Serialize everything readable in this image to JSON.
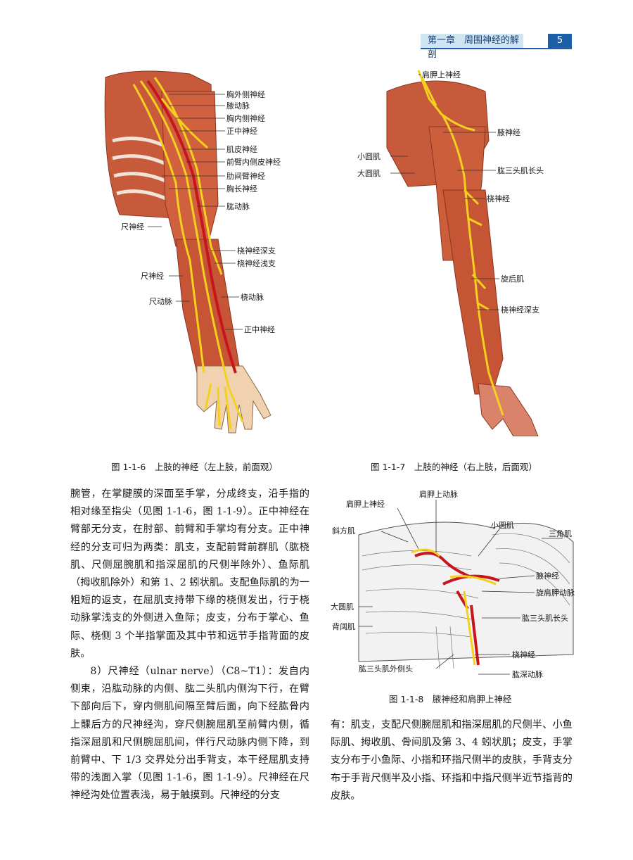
{
  "header": {
    "chapter_label": "第一章　周围神经的解剖",
    "page_number": "5"
  },
  "fig_1_1_6": {
    "caption": "图 1-1-6　上肢的神经（左上肢，前面观）",
    "labels": {
      "lateral_pectoral_nerve": "胸外侧神经",
      "axillary_artery": "腋动脉",
      "medial_pectoral_nerve": "胸内侧神经",
      "median_nerve_upper": "正中神经",
      "musculocutaneous_nerve": "肌皮神经",
      "medial_antebrachial_cutaneous_nerve": "前臂内侧皮神经",
      "intercostobrachial_nerve": "肋间臂神经",
      "long_thoracic_nerve": "胸长神经",
      "ulnar_nerve_upper": "尺神经",
      "brachial_artery": "肱动脉",
      "deep_branch_radial_nerve": "桡神经深支",
      "superficial_branch_radial_nerve": "桡神经浅支",
      "ulnar_nerve_lower": "尺神经",
      "ulnar_artery": "尺动脉",
      "radial_artery": "桡动脉",
      "median_nerve_lower": "正中神经"
    }
  },
  "fig_1_1_7": {
    "caption": "图 1-1-7　上肢的神经（右上肢，后面观）",
    "labels": {
      "suprascapular_nerve": "肩胛上神经",
      "axillary_nerve": "腋神经",
      "teres_minor": "小圆肌",
      "teres_major": "大圆肌",
      "triceps_long_head": "肱三头肌长头",
      "radial_nerve": "桡神经",
      "supinator": "旋后肌",
      "deep_branch_radial_nerve": "桡神经深支"
    }
  },
  "fig_1_1_8": {
    "caption": "图 1-1-8　腋神经和肩胛上神经",
    "labels": {
      "suprascapular_artery": "肩胛上动脉",
      "suprascapular_nerve": "肩胛上神经",
      "trapezius": "斜方肌",
      "teres_minor": "小圆肌",
      "deltoid": "三角肌",
      "axillary_nerve": "腋神经",
      "posterior_circumflex_humeral_artery": "旋肩胛动脉",
      "teres_major": "大圆肌",
      "triceps_long_head": "肱三头肌长头",
      "latissimus_dorsi": "背阔肌",
      "radial_nerve": "桡神经",
      "triceps_lateral_head": "肱三头肌外侧头",
      "profunda_brachii_artery": "肱深动脉"
    }
  },
  "body_text": {
    "left_p1": "腕管，在掌腱膜的深面至手掌，分成终支，沿手指的相对缘至指尖（见图 1-1-6，图 1-1-9）。正中神经在臂部无分支，在肘部、前臂和手掌均有分支。正中神经的分支可归为两类：肌支，支配前臂前群肌（肱桡肌、尺侧屈腕肌和指深屈肌的尺侧半除外）、鱼际肌（拇收肌除外）和第 1、2 蚓状肌。支配鱼际肌的为一粗短的返支，在屈肌支持带下缘的桡侧发出，行于桡动脉掌浅支的外侧进入鱼际；皮支，分布于掌心、鱼际、桡侧 3 个半指掌面及其中节和远节手指背面的皮肤。",
    "left_p2": "8）尺神经（ulnar nerve）（C8~T1）：发自内侧束，沿肱动脉的内侧、肱二头肌内侧沟下行，在臂下部向后下，穿内侧肌间隔至臂后面，向下经肱骨内上髁后方的尺神经沟，穿尺侧腕屈肌至前臂内侧，循指深屈肌和尺侧腕屈肌间，伴行尺动脉内侧下降，到前臂中、下 1/3 交界处分出手背支，本干经屈肌支持带的浅面入掌（见图 1-1-6，图 1-1-9）。尺神经在尺神经沟处位置表浅，易于触摸到。尺神经的分支",
    "right_p1": "有：肌支，支配尺侧腕屈肌和指深屈肌的尺侧半、小鱼际肌、拇收肌、骨间肌及第 3、4 蚓状肌；皮支，手掌支分布于小鱼际、小指和环指尺侧半的皮肤，手背支分布于手背尺侧半及小指、环指和中指尺侧半近节指背的皮肤。"
  },
  "colors": {
    "accent_blue": "#1b5fa8",
    "chapter_bg": "#cfe6f2",
    "nerve_yellow": "#f4d11e",
    "artery_red": "#c8141c",
    "muscle": "#c9573a"
  }
}
